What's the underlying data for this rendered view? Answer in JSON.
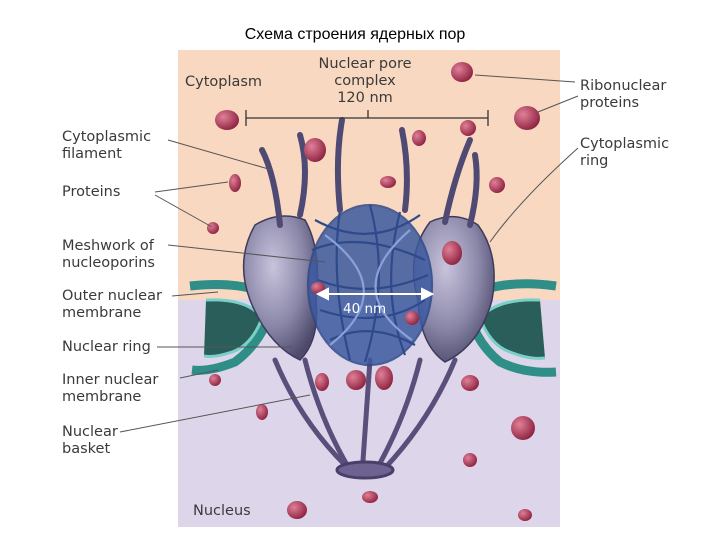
{
  "slide_title": "Схема строения ядерных пор",
  "colors": {
    "cytoplasm": "#f8d8c0",
    "nucleus": "#ddd6ea",
    "membrane": "#2f8f88",
    "rnp": "#b53a58",
    "mesh": "#2f4a8a",
    "pore_body": "#8a86a8"
  },
  "labels": {
    "cytoplasm": "Cytoplasm",
    "npc": "Nuclear pore\ncomplex\n120 nm",
    "ribonuclear_proteins": "Ribonuclear\nproteins",
    "cytoplasmic_filament": "Cytoplasmic\nfilament",
    "cytoplasmic_ring": "Cytoplasmic\nring",
    "proteins": "Proteins",
    "meshwork": "Meshwork of\nnucleoporins",
    "outer_membrane": "Outer nuclear\nmembrane",
    "nuclear_ring": "Nuclear ring",
    "inner_membrane": "Inner nuclear\nmembrane",
    "nuclear_basket": "Nuclear\nbasket",
    "nucleus": "Nucleus",
    "measure_40": "40 nm"
  }
}
